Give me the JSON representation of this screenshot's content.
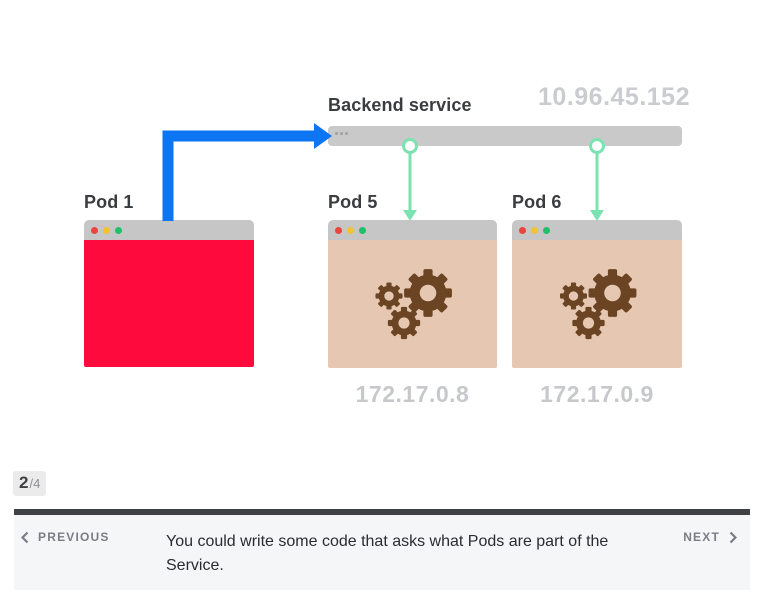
{
  "service": {
    "label": "Backend service",
    "ip": "10.96.45.152"
  },
  "pods": [
    {
      "label": "Pod 1"
    },
    {
      "label": "Pod 5",
      "ip": "172.17.0.8"
    },
    {
      "label": "Pod 6",
      "ip": "172.17.0.9"
    }
  ],
  "pagination": {
    "current": "2",
    "total_suffix": "/4"
  },
  "footer": {
    "previous": "PREVIOUS",
    "next": "NEXT",
    "caption": "You could write some code that asks what Pods are part of the Service."
  },
  "colors": {
    "arrow_blue": "#0b75f3",
    "pod1_fill": "#fe0a3d",
    "backend_pod_fill": "#e6c7b1",
    "gear_brown": "#6b4423",
    "connector_teal": "#7de2b2",
    "service_bar_gray": "#c9c9c9",
    "window_titlebar_gray": "#c6c6c6",
    "muted_ip_gray": "#c7c8cc",
    "window_dot_red": "#e9453e",
    "window_dot_yellow": "#f2c231",
    "window_dot_green": "#1ec06a",
    "footer_darkbar": "#3f4144",
    "footer_panel": "#f4f6f8"
  },
  "icons": {
    "window_dots": "traffic-light-dots",
    "service_menu_dots": "ellipsis-dots",
    "gears": "gear-cluster",
    "prev_chevron": "‹",
    "next_chevron": "›"
  }
}
